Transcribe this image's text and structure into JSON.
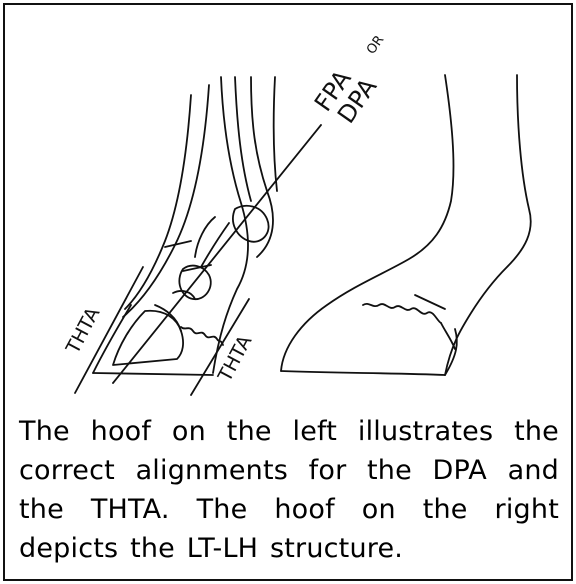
{
  "diagram": {
    "labels": {
      "fpa": "FPA",
      "or": "OR",
      "dpa": "DPA",
      "thta_left": "THTA",
      "thta_right": "THTA"
    }
  },
  "caption": {
    "text": "The hoof on the left illustrates the correct alignments for the DPA and the THTA. The hoof on the right depicts the LT-LH structure."
  },
  "colors": {
    "ink": "#111111",
    "background": "#ffffff"
  }
}
